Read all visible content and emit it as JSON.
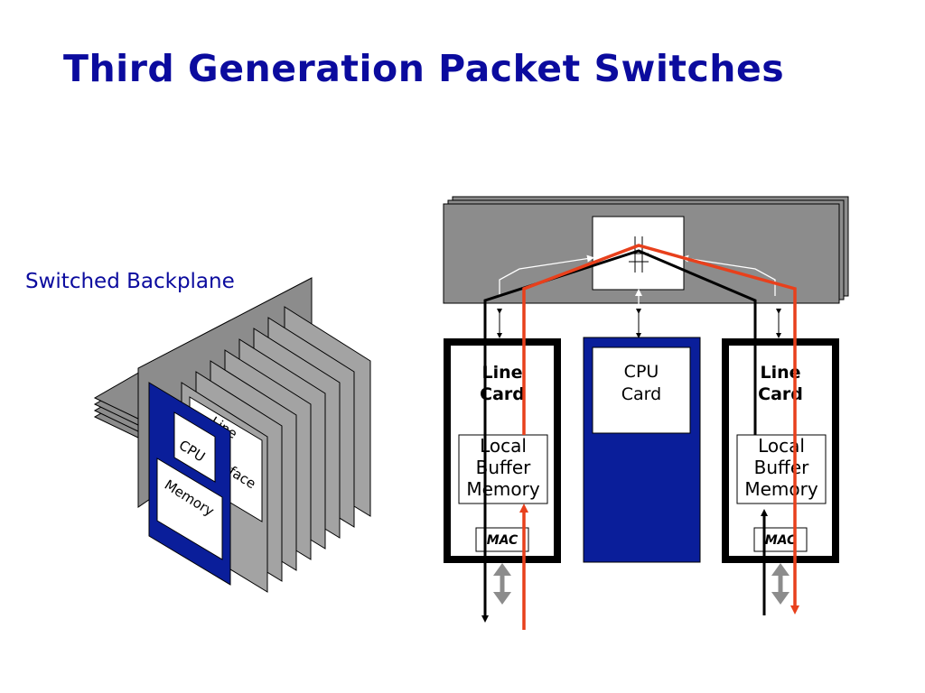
{
  "slide": {
    "title": "Third Generation Packet Switches",
    "caption": "Switched Backplane"
  },
  "perspective_card": {
    "cpu_label": "CPU",
    "memory_label": "Memory",
    "interface_label_top": "Line",
    "interface_label_bottom": "face"
  },
  "architecture": {
    "line_card_left": {
      "title_1": "Line",
      "title_2": "Card",
      "buffer_1": "Local",
      "buffer_2": "Buffer",
      "buffer_3": "Memory",
      "mac": "MAC"
    },
    "cpu_card": {
      "title_1": "CPU",
      "title_2": "Card"
    },
    "line_card_right": {
      "title_1": "Line",
      "title_2": "Card",
      "buffer_1": "Local",
      "buffer_2": "Buffer",
      "buffer_3": "Memory",
      "mac": "MAC"
    }
  },
  "colors": {
    "title": "#0b0b9e",
    "card_blue": "#0a1e9a",
    "backplane_gray": "#8c8c8c",
    "flow_red": "#e8401c",
    "flow_black": "#000000"
  }
}
